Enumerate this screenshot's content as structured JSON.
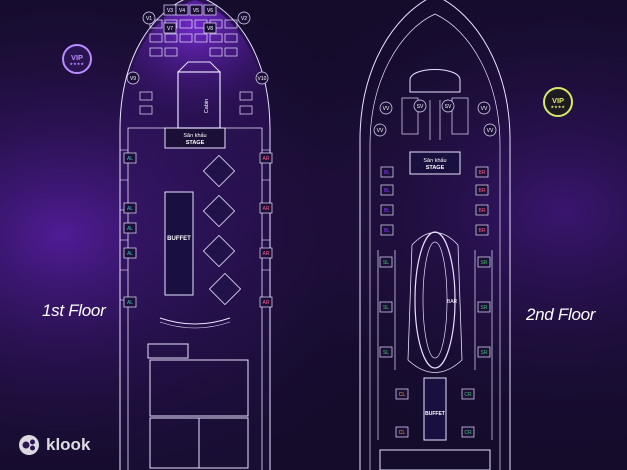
{
  "floors": {
    "first": {
      "label": "1st Floor"
    },
    "second": {
      "label": "2nd Floor"
    }
  },
  "badges": {
    "vip_left": {
      "text": "VIP",
      "color": "#b98cff"
    },
    "vip_right": {
      "text": "VIP",
      "color": "#d8e86a"
    }
  },
  "brand": {
    "name": "klook"
  },
  "deck1": {
    "stage_vn": "Sân khấu",
    "stage_en": "STAGE",
    "cabin": "Cabin",
    "buffet": "BUFFET",
    "vip_front_left": "V1",
    "vip_front_right": "V2",
    "vip_side_left": "V9",
    "vip_side_right": "V10",
    "left_tables": [
      "AL",
      "AL",
      "AL",
      "AL",
      "AL"
    ],
    "right_tables": [
      "AR",
      "AR",
      "AR",
      "AR"
    ],
    "bow_tables": [
      "V3",
      "V4",
      "V5",
      "V6",
      "V7",
      "V8"
    ]
  },
  "deck2": {
    "stage_vn": "Sân khấu",
    "stage_en": "STAGE",
    "buffet": "BUFFET",
    "bar": "BAR",
    "vv_left": [
      "VV",
      "VV"
    ],
    "vv_right": [
      "VV",
      "VV"
    ],
    "sv": [
      "SV",
      "SV"
    ],
    "left_b": [
      "BL",
      "BL",
      "BL",
      "BL"
    ],
    "right_b": [
      "BR",
      "BR",
      "BR",
      "BR"
    ],
    "left_s": [
      "SL",
      "SL",
      "SL"
    ],
    "right_s": [
      "SR",
      "SR",
      "SR"
    ],
    "left_c": [
      "CL",
      "CL"
    ],
    "right_c": [
      "CR",
      "CR"
    ]
  },
  "colors": {
    "line": "#e8e2ff",
    "accent": "#8a3dff",
    "teal": "#34c3c8",
    "pink": "#ff5a8a",
    "green": "#3fc46a",
    "orange": "#ff9a3c"
  }
}
